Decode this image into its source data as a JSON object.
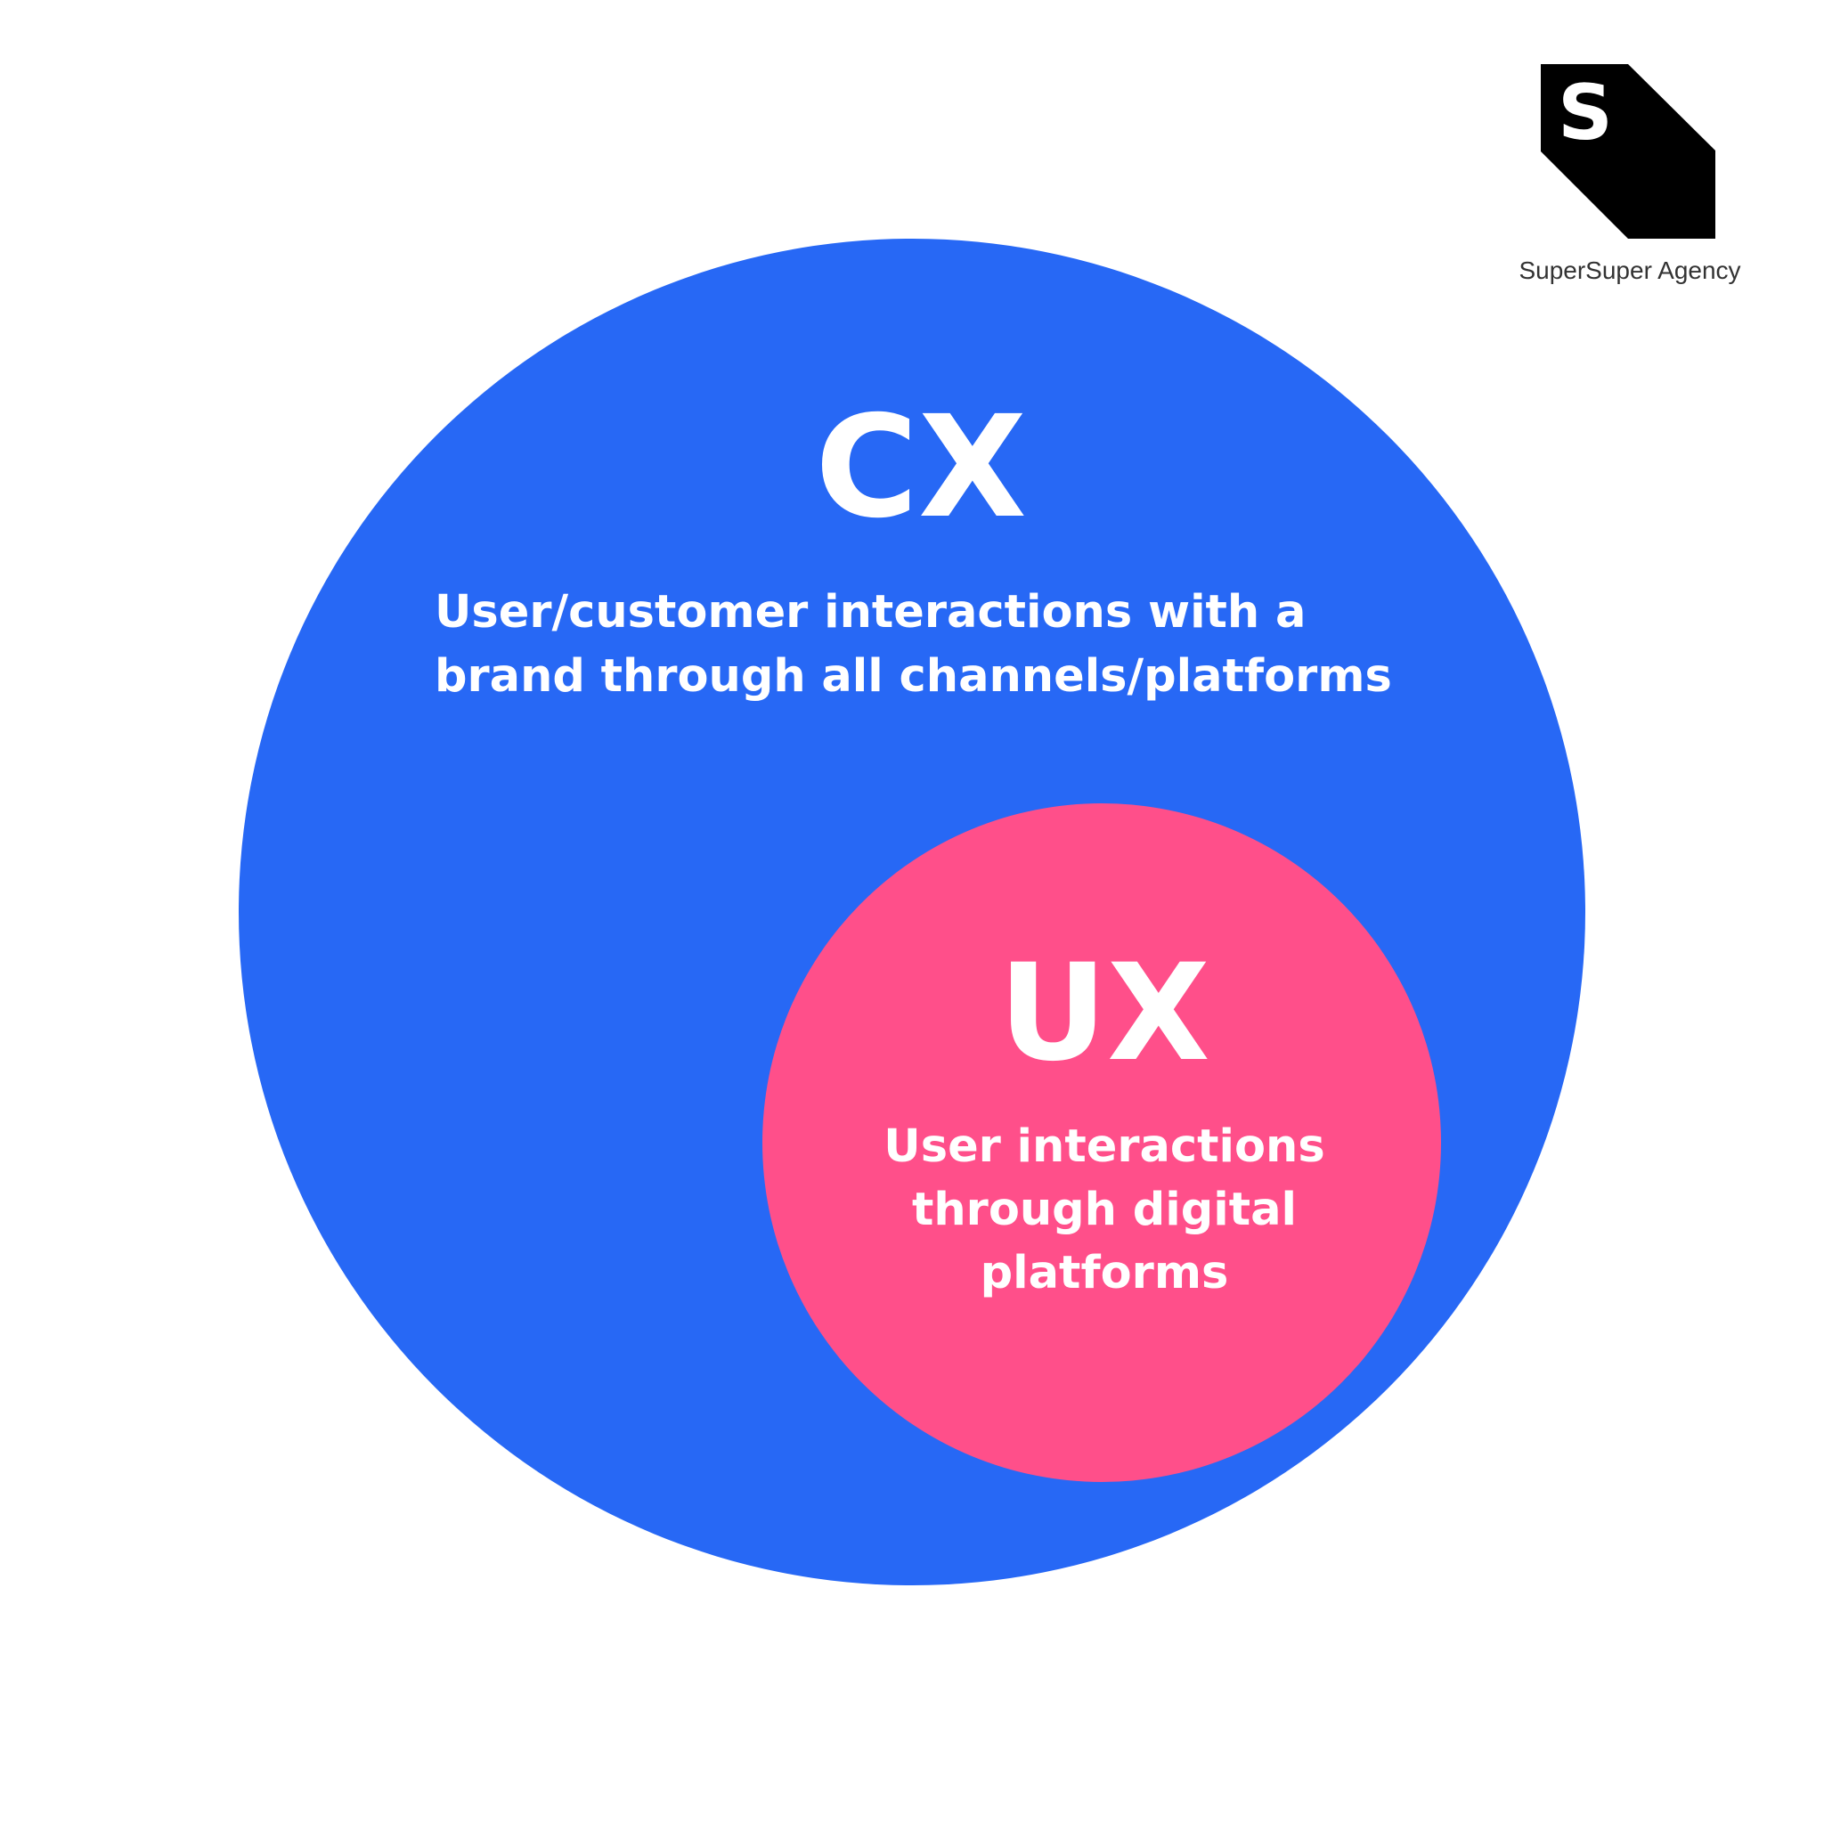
{
  "brand": {
    "name": "SuperSuper Agency",
    "logo_letter": "S"
  },
  "outer": {
    "title": "CX",
    "description_lines": [
      "User/customer interactions with a",
      "brand through all channels/platforms"
    ],
    "color": "#2768F5"
  },
  "inner": {
    "title": "UX",
    "description_lines": [
      "User interactions",
      "through digital",
      "platforms"
    ],
    "color": "#FF4F8A"
  }
}
